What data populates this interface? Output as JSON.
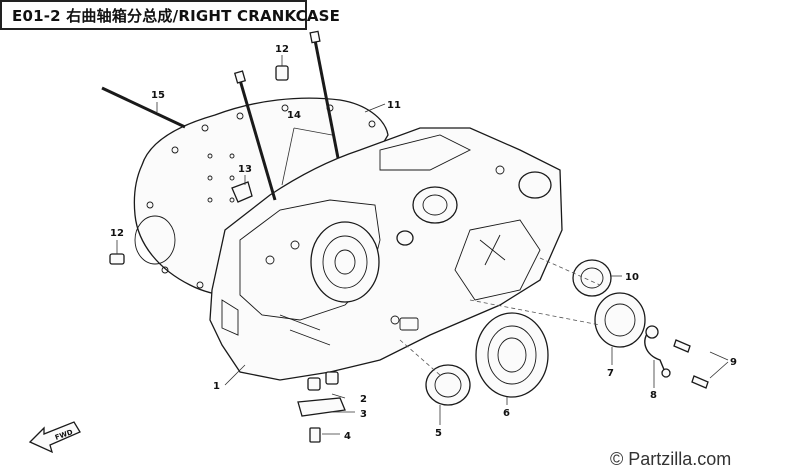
{
  "diagram": {
    "code": "E01-2",
    "title_cn": "右曲轴箱分总成",
    "title_en": "RIGHT CRANKCASE",
    "callouts": [
      "1",
      "2",
      "3",
      "4",
      "5",
      "6",
      "7",
      "8",
      "9",
      "10",
      "11",
      "12",
      "12",
      "13",
      "14",
      "15"
    ],
    "watermark": "© Partzilla.com",
    "fwd_label": "FWD"
  }
}
